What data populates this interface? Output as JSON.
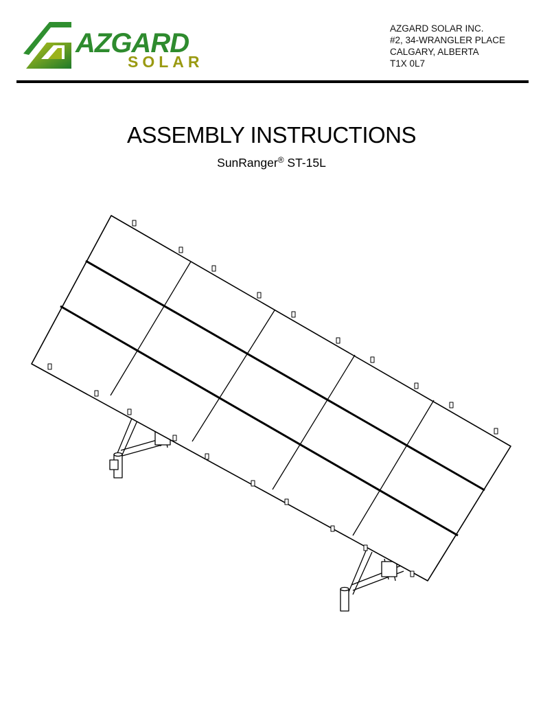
{
  "header": {
    "logo": {
      "brand_word": "AZGARD",
      "sub_word": "SOLAR",
      "green": "#2e8b2e",
      "olive": "#9a9a12"
    },
    "address_lines": [
      "AZGARD SOLAR INC.",
      "#2, 34-WRANGLER PLACE",
      "CALGARY, ALBERTA",
      "T1X 0L7"
    ]
  },
  "document": {
    "title": "ASSEMBLY INSTRUCTIONS",
    "product_name": "SunRanger",
    "registered_mark": "®",
    "model": "ST-15L"
  },
  "illustration": {
    "subject": "solar-panel-array",
    "panel_rows": 3,
    "panel_columns": 5
  }
}
